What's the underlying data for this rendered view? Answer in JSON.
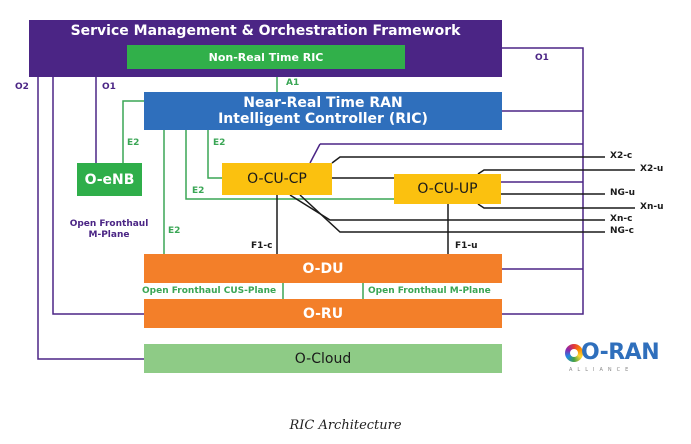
{
  "title": "Service Management & Orchestration Framework",
  "components": {
    "smo": "Service Management & Orchestration Framework",
    "non_rt_ric": "Non-Real Time RIC",
    "near_rt_ric_line1": "Near-Real Time RAN",
    "near_rt_ric_line2": "Intelligent Controller (RIC)",
    "o_enb": "O-eNB",
    "o_cu_cp": "O-CU-CP",
    "o_cu_up": "O-CU-UP",
    "o_du": "O-DU",
    "o_ru": "O-RU",
    "o_cloud": "O-Cloud"
  },
  "interfaces": {
    "a1": "A1",
    "o1_left": "O1",
    "o1_right": "O1",
    "o2": "O2",
    "e2_oenb": "E2",
    "e2_cucp": "E2",
    "e2_cuup": "E2",
    "e2_odu": "E2",
    "f1_c": "F1-c",
    "f1_u": "F1-u",
    "open_fronthaul_m_plane_left_line1": "Open Fronthaul",
    "open_fronthaul_m_plane_left_line2": "M-Plane",
    "open_fronthaul_cus_plane": "Open Fronthaul CUS-Plane",
    "open_fronthaul_m_plane": "Open Fronthaul M-Plane"
  },
  "external_interfaces": [
    "X2-c",
    "X2-u",
    "NG-u",
    "Xn-u",
    "Xn-c",
    "NG-c"
  ],
  "logo": {
    "name": "O-RAN",
    "subtitle": "ALLIANCE"
  },
  "caption": "RIC Architecture",
  "colors": {
    "smo": "#4b2585",
    "non_rt_ric": "#31b04a",
    "near_rt_ric": "#2f6fbc",
    "o_enb": "#2fae4a",
    "o_cu": "#fbc10f",
    "o_du_ru": "#f37f29",
    "o_cloud": "#8ecb86",
    "o1_o2_lines": "#4b2585",
    "e2_lines": "#3aa655",
    "data_lines": "#1a1a1a"
  }
}
